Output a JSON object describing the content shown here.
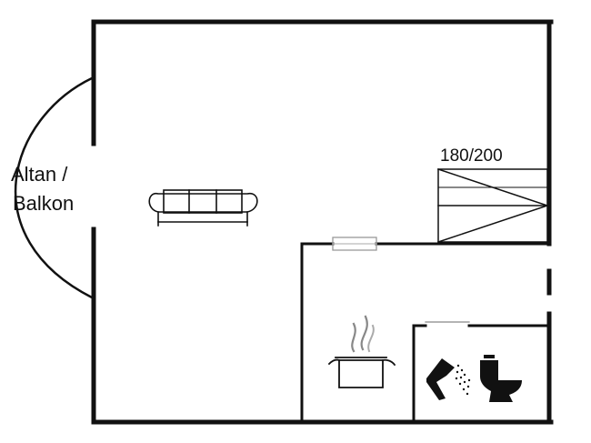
{
  "labels": {
    "balcony_line1": "Altan /",
    "balcony_line2": "Balkon",
    "bed_size": "180/200"
  },
  "icons": [
    "sofa-icon",
    "cooking-pot-icon",
    "shower-icon",
    "toilet-icon",
    "bed-icon",
    "balcony-arc"
  ],
  "colors": {
    "wall": "#111111",
    "background": "#ffffff"
  }
}
